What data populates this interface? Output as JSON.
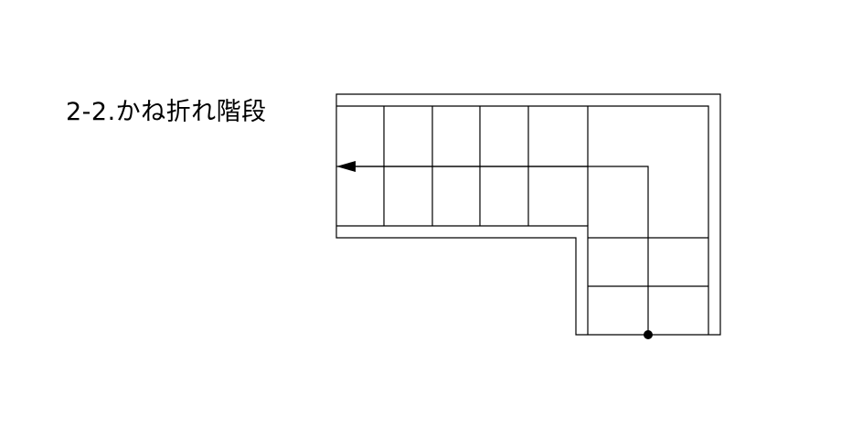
{
  "title": "2-2.かね折れ階段",
  "colors": {
    "line": "#000000",
    "background": "#ffffff"
  },
  "diagram": {
    "type": "stair-plan",
    "stair_kind": "L-shaped",
    "treads_upper_flight": 5,
    "treads_landing_column": 2,
    "treads_lower_flight": 2,
    "start_marker": "dot",
    "direction_marker": "arrow-left"
  }
}
